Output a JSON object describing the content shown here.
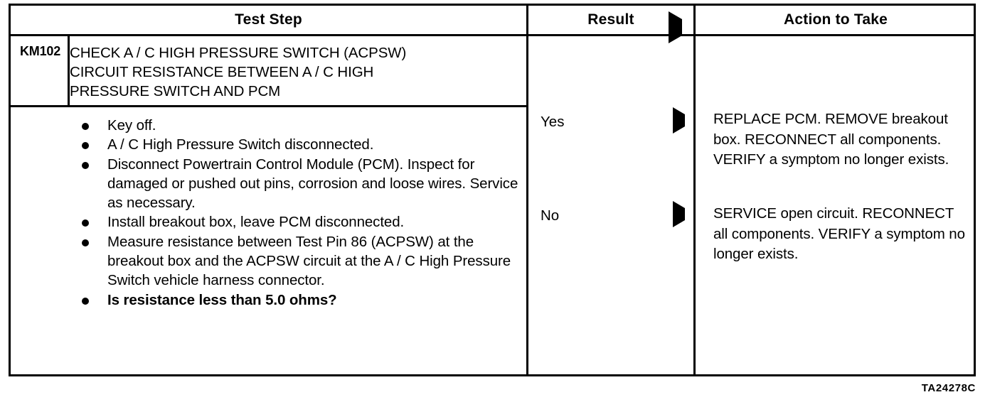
{
  "table": {
    "headers": {
      "test_step": "Test Step",
      "result": "Result",
      "action": "Action to Take",
      "result_arrow_icon": "triangle-right-icon"
    },
    "step": {
      "id": "KM102",
      "title_lines": [
        "CHECK A / C HIGH PRESSURE SWITCH (ACPSW)",
        "CIRCUIT RESISTANCE BETWEEN A / C HIGH",
        "PRESSURE SWITCH AND PCM"
      ],
      "bullets": [
        {
          "text": "Key off.",
          "bold": false
        },
        {
          "text": "A / C High Pressure Switch disconnected.",
          "bold": false
        },
        {
          "text": "Disconnect Powertrain Control Module (PCM). Inspect for damaged or pushed out pins, corrosion and loose wires. Service as necessary.",
          "bold": false
        },
        {
          "text": "Install breakout box, leave PCM disconnected.",
          "bold": false
        },
        {
          "text": "Measure resistance between Test Pin 86 (ACPSW) at the breakout box and the ACPSW circuit at the A / C High Pressure Switch vehicle harness connector.",
          "bold": false
        },
        {
          "text": "Is resistance less than 5.0 ohms?",
          "bold": true
        }
      ]
    },
    "branches": [
      {
        "result": "Yes",
        "arrow_icon": "triangle-right-icon",
        "action": "REPLACE PCM. REMOVE breakout box. RECONNECT all components. VERIFY a symptom no longer exists."
      },
      {
        "result": "No",
        "arrow_icon": "triangle-right-icon",
        "action": "SERVICE open circuit. RECONNECT all components. VERIFY a symptom no longer exists."
      }
    ]
  },
  "figure_code": "TA24278C"
}
